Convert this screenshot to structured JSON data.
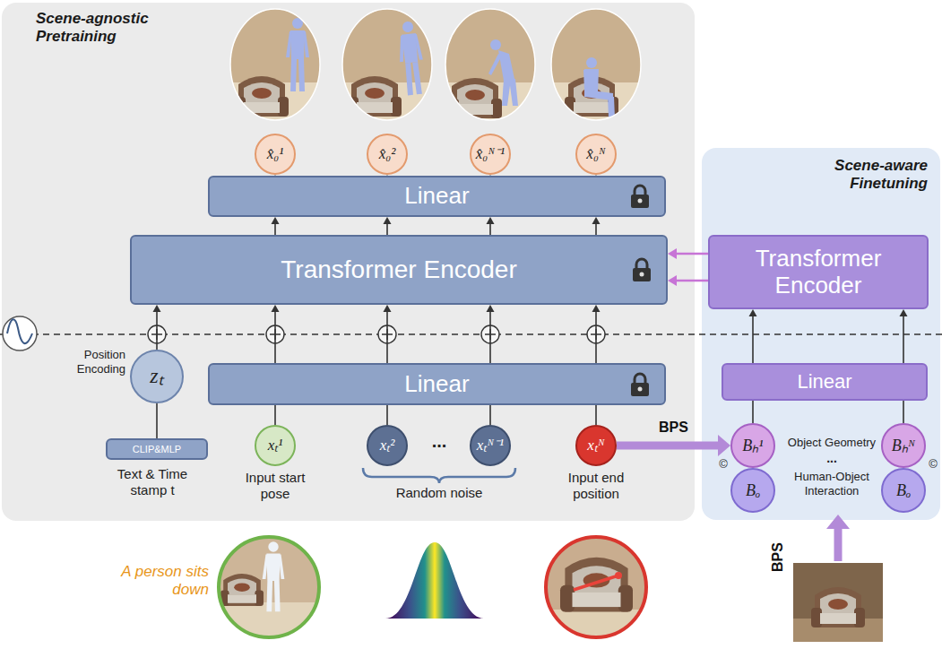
{
  "diagram": {
    "nodes": [
      {
        "text": [
          "Scene-agnostic Pretraining"
        ]
      },
      {
        "text": [
          "x̂₀¹"
        ],
        "in": 0
      },
      {
        "text": [
          "x̂₀²"
        ],
        "in": 0
      },
      {
        "text": [
          "x̂₀ᴺ⁻¹"
        ],
        "in": 0
      },
      {
        "text": [
          "x̂₀ᴺ"
        ],
        "in": 0
      },
      {
        "text": [
          "Linear"
        ],
        "in": 0
      },
      {
        "text": [
          "Transformer Encoder"
        ],
        "in": 0
      },
      {
        "text": [
          "Position Encoding",
          "zₜ"
        ],
        "in": 0
      },
      {
        "text": [
          "Linear"
        ],
        "in": 0
      },
      {
        "text": [
          "CLIP&MLP"
        ],
        "in": 0
      },
      {
        "text": [
          "xₜ¹"
        ],
        "in": 0
      },
      {
        "text": [
          "xₜ²"
        ],
        "in": 0
      },
      {
        "text": [
          "xₜᴺ⁻¹"
        ],
        "in": 0
      },
      {
        "text": [
          "xₜᴺ"
        ],
        "in": 0
      },
      {
        "text": [
          "Scene-aware Finetuning"
        ]
      },
      {
        "text": [
          "Transformer Encoder"
        ],
        "in": 14
      },
      {
        "text": [
          "Linear"
        ],
        "in": 14
      },
      {
        "text": [
          "Bₕ¹"
        ],
        "in": 14
      },
      {
        "text": [
          "Bₕᴺ"
        ],
        "in": 14
      },
      {
        "text": [
          "Bₒ"
        ],
        "in": 14
      },
      {
        "text": [
          "Bₒ"
        ],
        "in": 14
      }
    ],
    "edges": [
      {
        "from": 6,
        "to": 5,
        "arrow": "to"
      },
      {
        "from": 6,
        "to": 5,
        "arrow": "to"
      },
      {
        "from": 6,
        "to": 5,
        "arrow": "to"
      },
      {
        "from": 6,
        "to": 5,
        "arrow": "to"
      },
      {
        "from": 5,
        "to": 1,
        "arrow": "to"
      },
      {
        "from": 5,
        "to": 2,
        "arrow": "to"
      },
      {
        "from": 5,
        "to": 3,
        "arrow": "to"
      },
      {
        "from": 5,
        "to": 4,
        "arrow": "to"
      },
      {
        "from": 8,
        "to": 6,
        "arrow": "to"
      },
      {
        "from": 8,
        "to": 6,
        "arrow": "to"
      },
      {
        "from": 8,
        "to": 6,
        "arrow": "to"
      },
      {
        "from": 8,
        "to": 6,
        "arrow": "to"
      },
      {
        "from": 7,
        "to": 6,
        "arrow": "to"
      },
      {
        "from": 9,
        "to": 7,
        "arrow": "none"
      },
      {
        "from": 10,
        "to": 8,
        "arrow": "none"
      },
      {
        "from": 11,
        "to": 8,
        "arrow": "none"
      },
      {
        "from": 12,
        "to": 8,
        "arrow": "none"
      },
      {
        "from": 13,
        "to": 8,
        "arrow": "none"
      },
      {
        "from": 13,
        "to": 17,
        "label": "BPS",
        "arrow": "to"
      },
      {
        "from": 17,
        "to": 16,
        "arrow": "none"
      },
      {
        "from": 18,
        "to": 16,
        "arrow": "none"
      },
      {
        "from": 16,
        "to": 15,
        "arrow": "to"
      },
      {
        "from": 16,
        "to": 15,
        "arrow": "to"
      },
      {
        "from": 15,
        "to": 6,
        "arrow": "to"
      },
      {
        "from": 15,
        "to": 6,
        "arrow": "to"
      }
    ],
    "labels": [
      "Text & Time stamp t",
      "Input start pose",
      "...",
      "Random noise",
      "Input end position",
      "A person sits down",
      "Object Geometry",
      "...",
      "Human-Object Interaction",
      "©",
      "©",
      "BPS"
    ]
  }
}
